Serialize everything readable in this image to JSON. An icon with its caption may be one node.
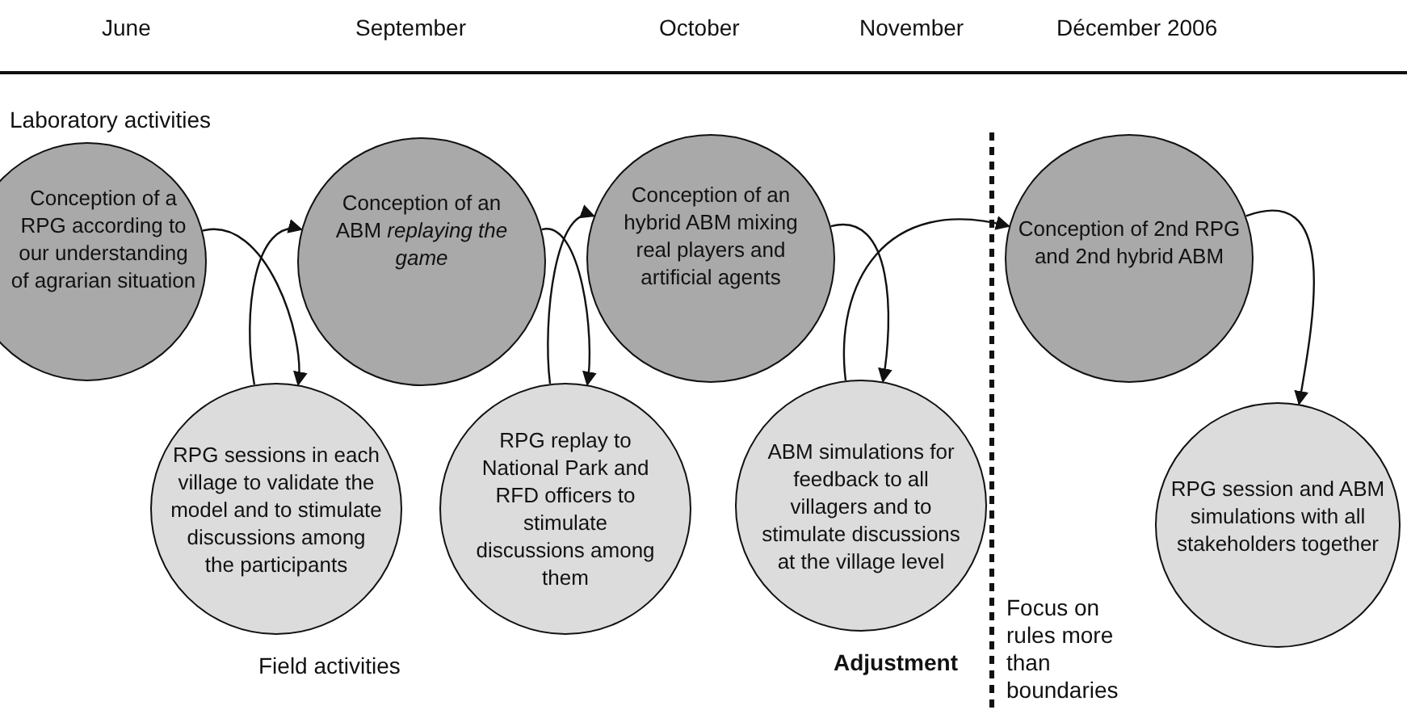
{
  "diagram": {
    "nodes": [
      {
        "text": [
          "Conception of a RPG according to our understanding of agrarian situation"
        ]
      },
      {
        "text": [
          "Conception of an ABM *replaying the game*"
        ]
      },
      {
        "text": [
          "Conception of an hybrid ABM mixing real players and artificial agents"
        ]
      },
      {
        "text": [
          "Conception of 2nd RPG and 2nd hybrid ABM"
        ]
      },
      {
        "text": [
          "RPG sessions in each village to validate the model and to stimulate discussions among the participants"
        ]
      },
      {
        "text": [
          "RPG replay to National Park and RFD officers to stimulate discussions among them"
        ]
      },
      {
        "text": [
          "ABM simulations for feedback to all villagers and to stimulate discussions at the village level"
        ]
      },
      {
        "text": [
          "RPG session and ABM simulations with all stakeholders together"
        ]
      }
    ],
    "edges": [
      {
        "from": 0,
        "to": 4,
        "arrow": "to"
      },
      {
        "from": 4,
        "to": 1,
        "arrow": "to"
      },
      {
        "from": 1,
        "to": 5,
        "arrow": "to"
      },
      {
        "from": 5,
        "to": 2,
        "arrow": "to"
      },
      {
        "from": 2,
        "to": 6,
        "arrow": "to"
      },
      {
        "from": 6,
        "to": 3,
        "arrow": "to"
      },
      {
        "from": 3,
        "to": 7,
        "arrow": "to"
      }
    ],
    "labels": [
      "June",
      "September",
      "October",
      "November",
      "Décember 2006",
      "Laboratory activities",
      "Field activities",
      "Adjustment",
      "Focus on rules more than boundaries"
    ]
  }
}
